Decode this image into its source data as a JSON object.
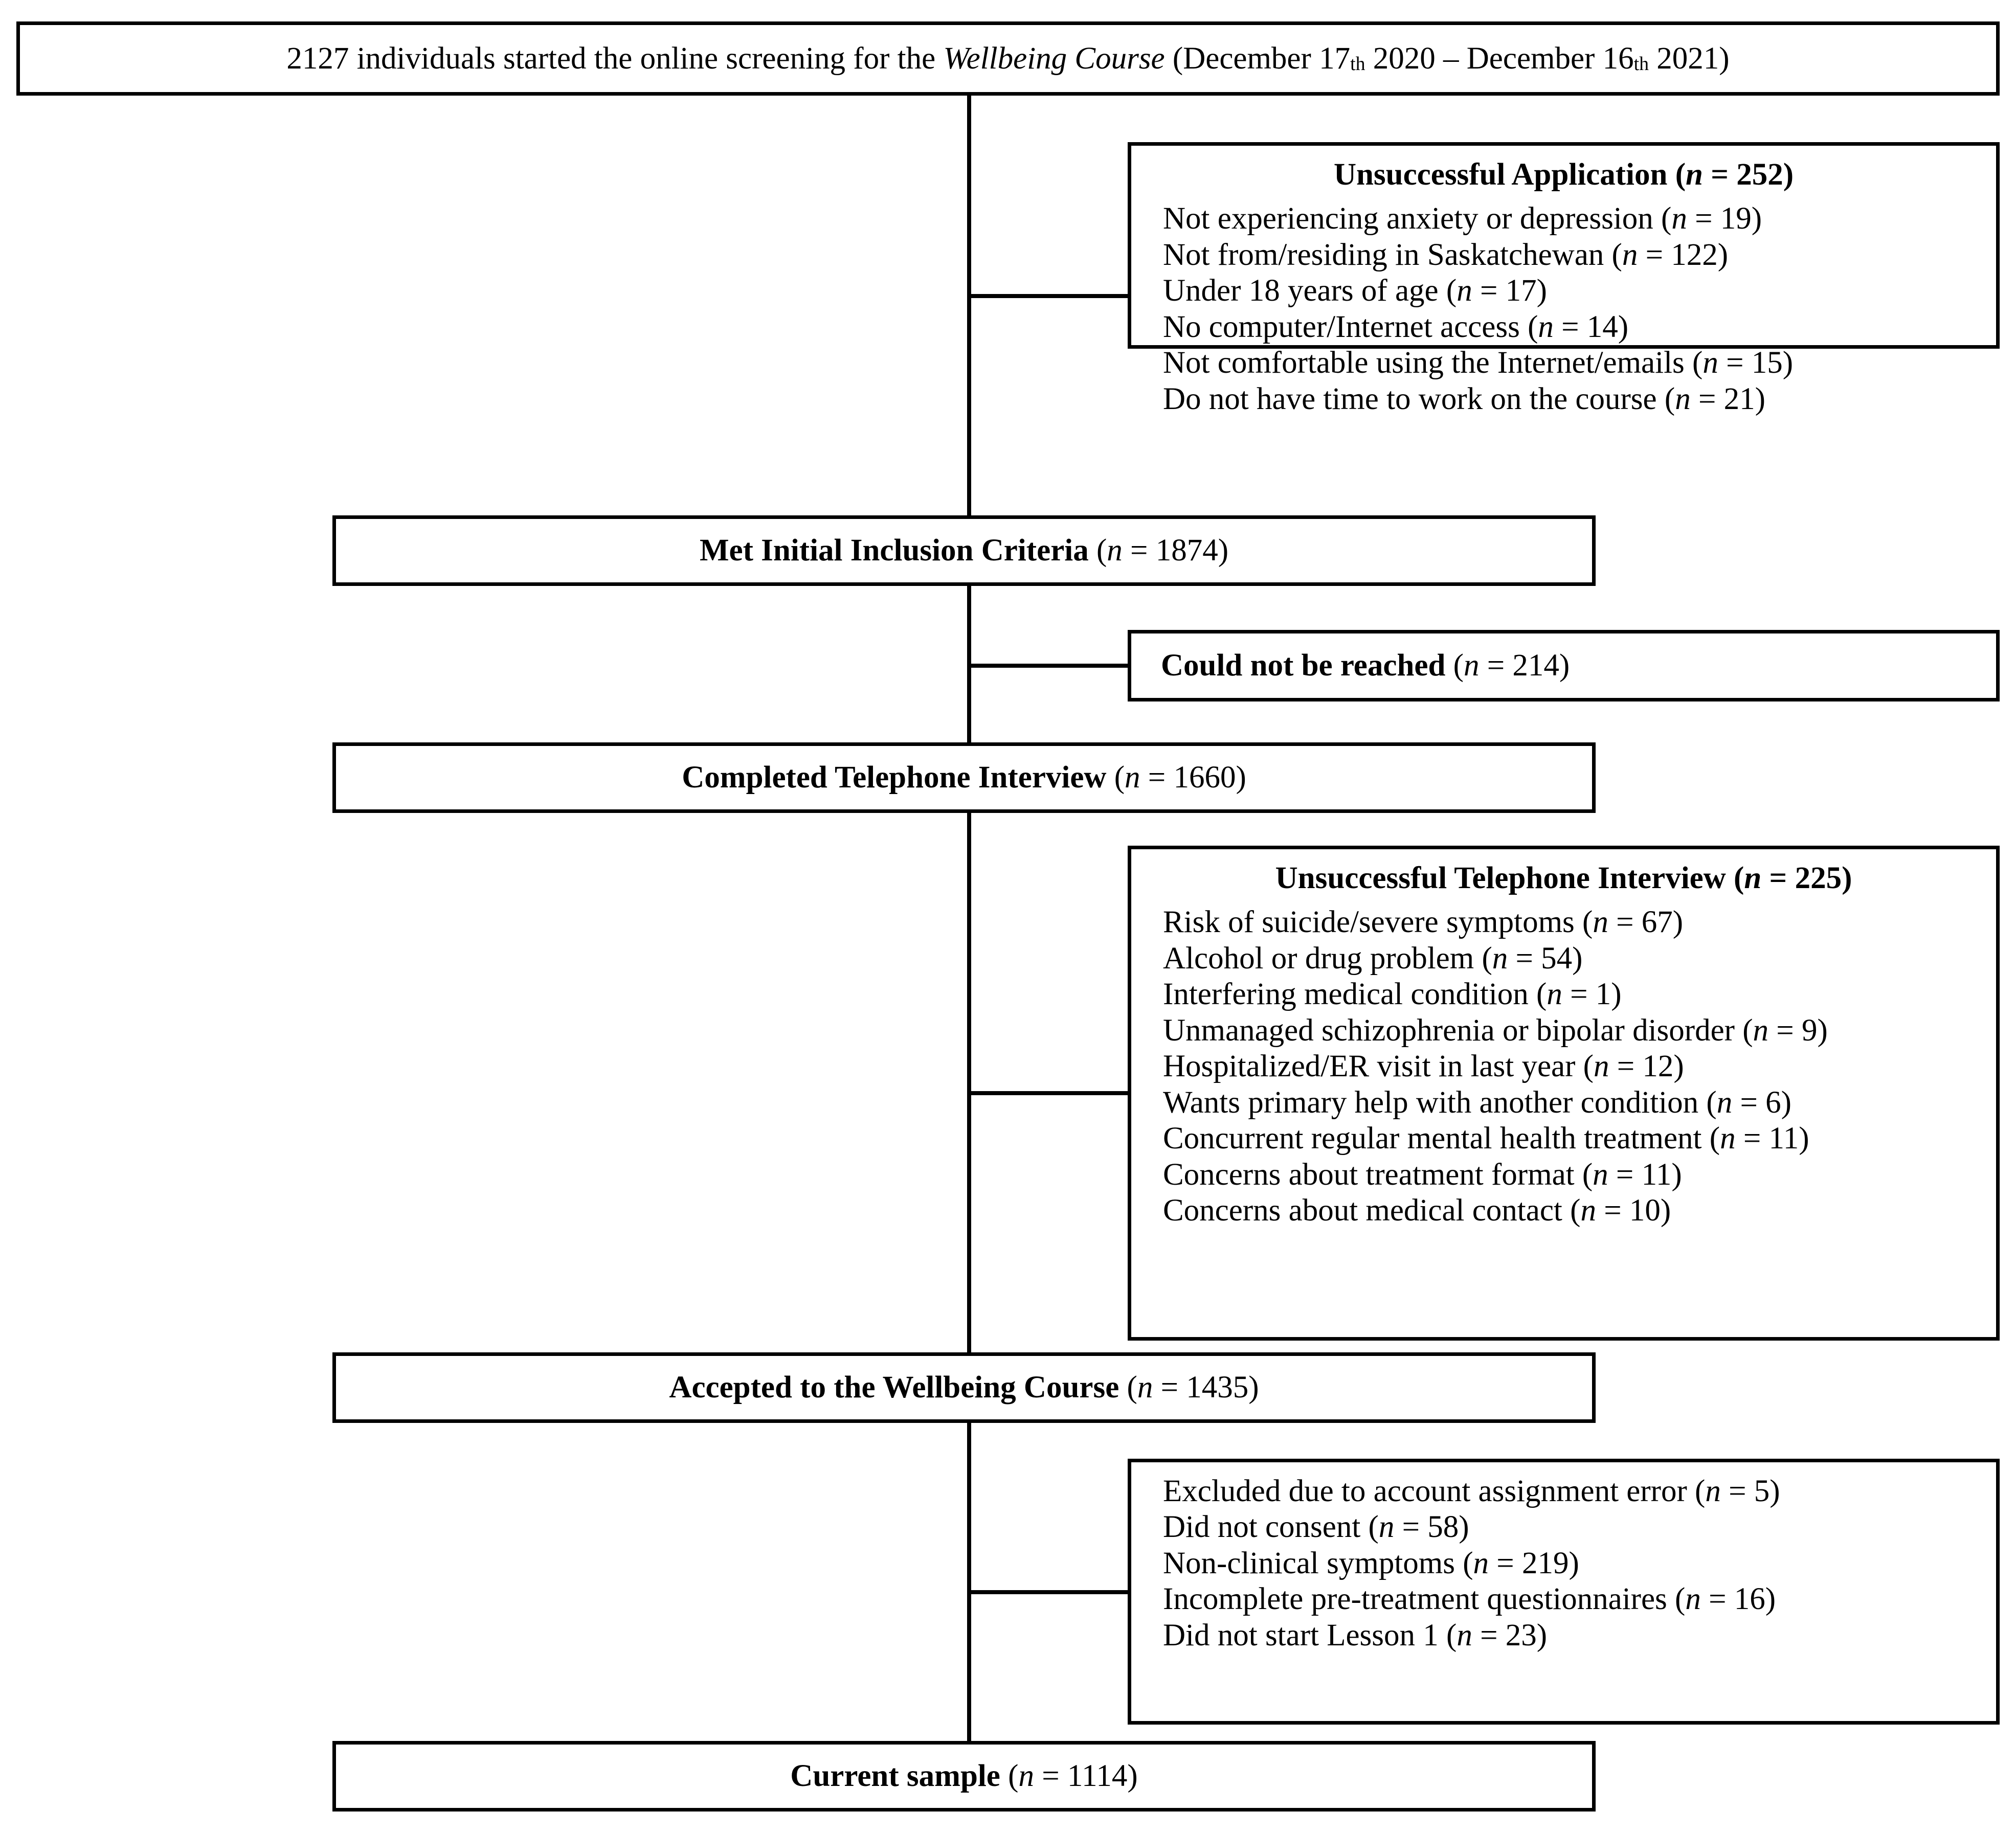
{
  "figure": {
    "type": "prisma-participant-flow-diagram",
    "title_box": {
      "prefix": "2127 individuals started the online screening for the ",
      "italic": "Wellbeing Course",
      "suffix_a": " (December 17",
      "sup_a": "th",
      "mid": " 2020 – December 16",
      "sup_b": "th",
      "suffix_b": " 2021)"
    },
    "stages": [
      {
        "label": "Met Initial Inclusion Criteria",
        "n_prefix": "(",
        "n_italic": "n",
        "n_eq": " = ",
        "n_value": "1874",
        "n_suffix": ")"
      },
      {
        "label": "Completed Telephone Interview",
        "n_prefix": "(",
        "n_italic": "n",
        "n_eq": " = ",
        "n_value": "1660",
        "n_suffix": ")"
      },
      {
        "label": "Accepted to the Wellbeing Course",
        "n_prefix": "(",
        "n_italic": "n",
        "n_eq": " = ",
        "n_value": "1435",
        "n_suffix": ")"
      },
      {
        "label": "Current sample",
        "n_prefix": "(",
        "n_italic": "n",
        "n_eq": " = ",
        "n_value": "1114",
        "n_suffix": ")"
      }
    ],
    "exclusion_boxes": [
      {
        "id": "unsuccessful-application",
        "header": {
          "label": "Unsuccessful Application",
          "n_value": "252"
        },
        "items": [
          {
            "label": "Not experiencing anxiety or depression",
            "n_value": "19"
          },
          {
            "label": "Not from/residing in Saskatchewan",
            "n_value": "122"
          },
          {
            "label": "Under 18 years of age",
            "n_value": "17"
          },
          {
            "label": "No computer/Internet access",
            "n_value": "14"
          },
          {
            "label": "Not comfortable using the Internet/emails",
            "n_value": "15"
          },
          {
            "label": "Do not have time to work on the course",
            "n_value": "21"
          }
        ]
      },
      {
        "id": "could-not-be-reached",
        "header": null,
        "items": [
          {
            "label": "Could not be reached",
            "n_value": "214",
            "bold": true
          }
        ]
      },
      {
        "id": "unsuccessful-telephone-interview",
        "header": {
          "label": "Unsuccessful Telephone Interview",
          "n_value": "225"
        },
        "items": [
          {
            "label": "Risk of suicide/severe symptoms",
            "n_value": "67"
          },
          {
            "label": "Alcohol or drug problem",
            "n_value": "54"
          },
          {
            "label": "Interfering medical condition",
            "n_value": "1"
          },
          {
            "label": "Unmanaged schizophrenia or bipolar disorder",
            "n_value": "9"
          },
          {
            "label": "Hospitalized/ER visit in last year",
            "n_value": "12"
          },
          {
            "label": "Wants primary help with another condition",
            "n_value": "6"
          },
          {
            "label": "Concurrent regular mental health treatment",
            "n_value": "11"
          },
          {
            "label": "Concerns about treatment format",
            "n_value": "11"
          },
          {
            "label": "Concerns about medical contact",
            "n_value": "10"
          }
        ]
      },
      {
        "id": "excluded-post-acceptance",
        "header": null,
        "items": [
          {
            "label": "Excluded due to account assignment error",
            "n_value": "5"
          },
          {
            "label": "Did not consent",
            "n_value": "58"
          },
          {
            "label": "Non-clinical symptoms",
            "n_value": "219"
          },
          {
            "label": "Incomplete pre-treatment questionnaires",
            "n_value": "16"
          },
          {
            "label": "Did not start Lesson 1",
            "n_value": "23"
          }
        ]
      }
    ],
    "colors": {
      "line": "#000000",
      "text": "#000000",
      "background": "#ffffff"
    }
  }
}
